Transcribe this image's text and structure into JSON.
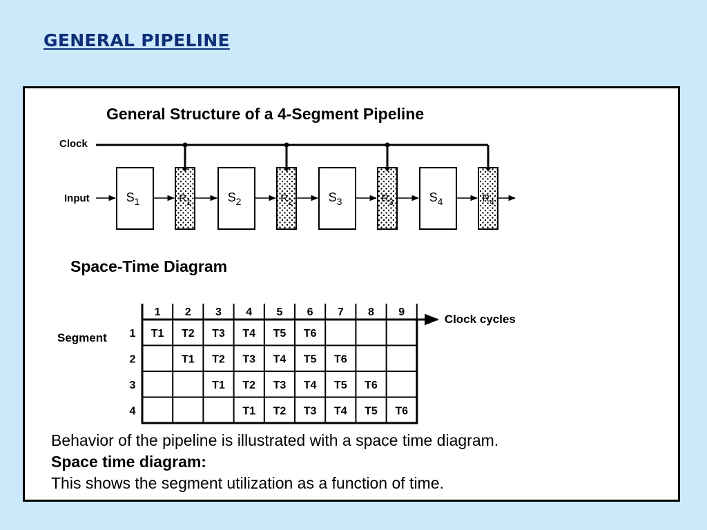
{
  "slide": {
    "title": "GENERAL PIPELINE"
  },
  "structure": {
    "title": "General Structure of a 4-Segment Pipeline",
    "clock_label": "Clock",
    "input_label": "Input",
    "segments": [
      {
        "name": "S",
        "sub": "1"
      },
      {
        "name": "S",
        "sub": "2"
      },
      {
        "name": "S",
        "sub": "3"
      },
      {
        "name": "S",
        "sub": "4"
      }
    ],
    "registers": [
      {
        "name": "R",
        "sub": "1"
      },
      {
        "name": "R",
        "sub": "2"
      },
      {
        "name": "R",
        "sub": "3"
      },
      {
        "name": "R",
        "sub": "4"
      }
    ]
  },
  "space_time": {
    "title": "Space-Time Diagram",
    "row_axis_label": "Segment",
    "col_axis_label": "Clock cycles",
    "columns": [
      "1",
      "2",
      "3",
      "4",
      "5",
      "6",
      "7",
      "8",
      "9"
    ],
    "rows": [
      {
        "label": "1",
        "cells": [
          "T1",
          "T2",
          "T3",
          "T4",
          "T5",
          "T6",
          "",
          "",
          ""
        ]
      },
      {
        "label": "2",
        "cells": [
          "",
          "T1",
          "T2",
          "T3",
          "T4",
          "T5",
          "T6",
          "",
          ""
        ]
      },
      {
        "label": "3",
        "cells": [
          "",
          "",
          "T1",
          "T2",
          "T3",
          "T4",
          "T5",
          "T6",
          ""
        ]
      },
      {
        "label": "4",
        "cells": [
          "",
          "",
          "",
          "T1",
          "T2",
          "T3",
          "T4",
          "T5",
          "T6"
        ]
      }
    ]
  },
  "description": {
    "line1": "Behavior of the pipeline is illustrated with a space time diagram.",
    "line2": "Space time diagram:",
    "line3": "This shows the segment  utilization as  a function of time."
  }
}
